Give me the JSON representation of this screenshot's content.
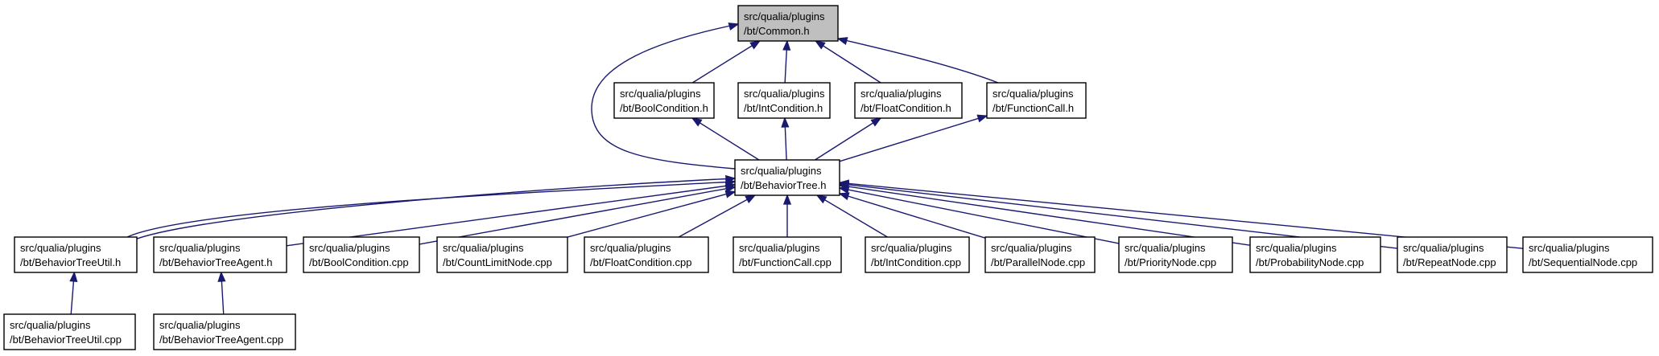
{
  "graph": {
    "nodes": [
      {
        "id": "common",
        "line1": "src/qualia/plugins",
        "line2": "/bt/Common.h"
      },
      {
        "id": "boolcond_h",
        "line1": "src/qualia/plugins",
        "line2": "/bt/BoolCondition.h"
      },
      {
        "id": "intcond_h",
        "line1": "src/qualia/plugins",
        "line2": "/bt/IntCondition.h"
      },
      {
        "id": "floatcond_h",
        "line1": "src/qualia/plugins",
        "line2": "/bt/FloatCondition.h"
      },
      {
        "id": "funccall_h",
        "line1": "src/qualia/plugins",
        "line2": "/bt/FunctionCall.h"
      },
      {
        "id": "behaviortree_h",
        "line1": "src/qualia/plugins",
        "line2": "/bt/BehaviorTree.h"
      },
      {
        "id": "btutil_h",
        "line1": "src/qualia/plugins",
        "line2": "/bt/BehaviorTreeUtil.h"
      },
      {
        "id": "btagent_h",
        "line1": "src/qualia/plugins",
        "line2": "/bt/BehaviorTreeAgent.h"
      },
      {
        "id": "boolcond_cpp",
        "line1": "src/qualia/plugins",
        "line2": "/bt/BoolCondition.cpp"
      },
      {
        "id": "countlimit_cpp",
        "line1": "src/qualia/plugins",
        "line2": "/bt/CountLimitNode.cpp"
      },
      {
        "id": "floatcond_cpp",
        "line1": "src/qualia/plugins",
        "line2": "/bt/FloatCondition.cpp"
      },
      {
        "id": "funccall_cpp",
        "line1": "src/qualia/plugins",
        "line2": "/bt/FunctionCall.cpp"
      },
      {
        "id": "intcond_cpp",
        "line1": "src/qualia/plugins",
        "line2": "/bt/IntCondition.cpp"
      },
      {
        "id": "parallel_cpp",
        "line1": "src/qualia/plugins",
        "line2": "/bt/ParallelNode.cpp"
      },
      {
        "id": "priority_cpp",
        "line1": "src/qualia/plugins",
        "line2": "/bt/PriorityNode.cpp"
      },
      {
        "id": "probability_cpp",
        "line1": "src/qualia/plugins",
        "line2": "/bt/ProbabilityNode.cpp"
      },
      {
        "id": "repeat_cpp",
        "line1": "src/qualia/plugins",
        "line2": "/bt/RepeatNode.cpp"
      },
      {
        "id": "sequential_cpp",
        "line1": "src/qualia/plugins",
        "line2": "/bt/SequentialNode.cpp"
      },
      {
        "id": "btutil_cpp",
        "line1": "src/qualia/plugins",
        "line2": "/bt/BehaviorTreeUtil.cpp"
      },
      {
        "id": "btagent_cpp",
        "line1": "src/qualia/plugins",
        "line2": "/bt/BehaviorTreeAgent.cpp"
      }
    ],
    "edges": [
      {
        "from": "boolcond_h",
        "to": "common"
      },
      {
        "from": "intcond_h",
        "to": "common"
      },
      {
        "from": "floatcond_h",
        "to": "common"
      },
      {
        "from": "funccall_h",
        "to": "common"
      },
      {
        "from": "behaviortree_h",
        "to": "common"
      },
      {
        "from": "behaviortree_h",
        "to": "boolcond_h"
      },
      {
        "from": "behaviortree_h",
        "to": "intcond_h"
      },
      {
        "from": "behaviortree_h",
        "to": "floatcond_h"
      },
      {
        "from": "behaviortree_h",
        "to": "funccall_h"
      },
      {
        "from": "btutil_h",
        "to": "behaviortree_h"
      },
      {
        "from": "btagent_h",
        "to": "behaviortree_h"
      },
      {
        "from": "boolcond_cpp",
        "to": "behaviortree_h"
      },
      {
        "from": "countlimit_cpp",
        "to": "behaviortree_h"
      },
      {
        "from": "floatcond_cpp",
        "to": "behaviortree_h"
      },
      {
        "from": "funccall_cpp",
        "to": "behaviortree_h"
      },
      {
        "from": "intcond_cpp",
        "to": "behaviortree_h"
      },
      {
        "from": "parallel_cpp",
        "to": "behaviortree_h"
      },
      {
        "from": "priority_cpp",
        "to": "behaviortree_h"
      },
      {
        "from": "probability_cpp",
        "to": "behaviortree_h"
      },
      {
        "from": "repeat_cpp",
        "to": "behaviortree_h"
      },
      {
        "from": "sequential_cpp",
        "to": "behaviortree_h"
      },
      {
        "from": "btutil_cpp",
        "to": "btutil_h"
      },
      {
        "from": "btagent_cpp",
        "to": "btagent_h"
      },
      {
        "from": "btutil_cpp",
        "to": "behaviortree_h"
      }
    ],
    "colors": {
      "edge": "#191970",
      "root_fill": "#bfbfbf",
      "node_fill": "#ffffff",
      "border": "#000000"
    }
  }
}
